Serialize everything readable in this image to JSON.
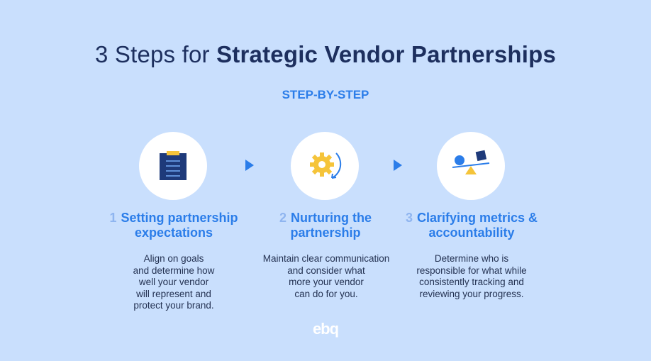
{
  "title": {
    "light": "3 Steps for ",
    "bold": "Strategic Vendor Partnerships"
  },
  "subtitle": "STEP-BY-STEP",
  "steps": [
    {
      "number": "1",
      "heading_line1": "Setting partnership",
      "heading_line2": "expectations",
      "desc": [
        "Align on goals",
        "and determine how",
        "well your vendor",
        "will represent and",
        "protect your brand."
      ],
      "icon": "clipboard-icon"
    },
    {
      "number": "2",
      "heading_line1": "Nurturing the",
      "heading_line2": "partnership",
      "desc": [
        "Maintain clear communication",
        "and consider what",
        "more your vendor",
        "can do for you."
      ],
      "icon": "gear-cycle-icon"
    },
    {
      "number": "3",
      "heading_line1": "Clarifying metrics &",
      "heading_line2": "accountability",
      "desc": [
        "Determine who is",
        "responsible for what while",
        "consistently tracking and",
        "reviewing your progress."
      ],
      "icon": "balance-scale-icon"
    }
  ],
  "logo": "ebq",
  "colors": {
    "background": "#c9dffd",
    "accent": "#2b7de9",
    "navy": "#1d2f5e",
    "yellow": "#f5c43a"
  }
}
